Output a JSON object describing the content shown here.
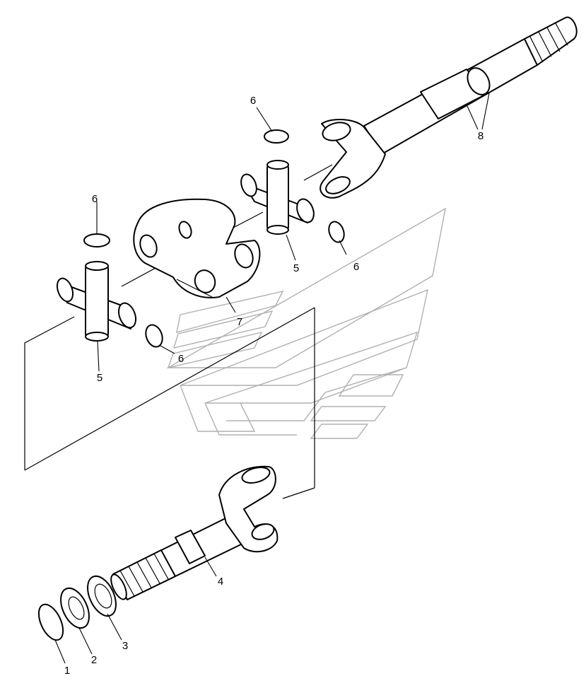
{
  "colors": {
    "ink": "#000000",
    "watermark": "#b0b0b0",
    "background": "#ffffff"
  },
  "callouts": {
    "c1": "1",
    "c2": "2",
    "c3": "3",
    "c4": "4",
    "c5a": "5",
    "c5b": "5",
    "c6a": "6",
    "c6b": "6",
    "c6c": "6",
    "c6d": "6",
    "c7": "7",
    "c8": "8"
  }
}
